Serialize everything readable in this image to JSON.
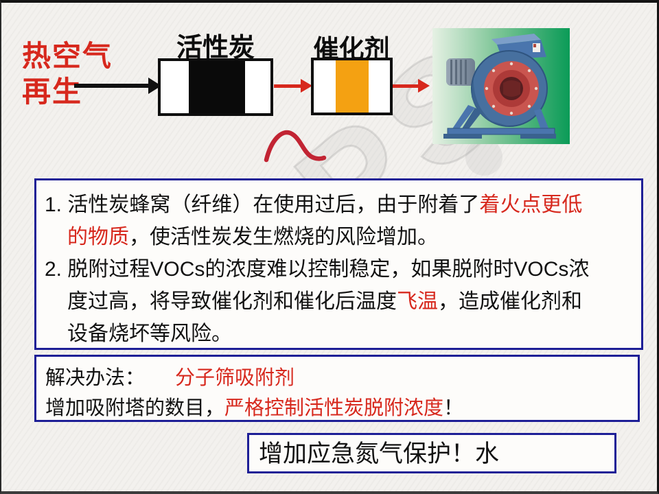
{
  "slide": {
    "diagram": {
      "hot_air_line1": "热空气",
      "hot_air_line2": "再生",
      "carbon_label": "活性炭",
      "catalyst_label": "催化剂",
      "carbon_fill_color": "#0a0a0a",
      "catalyst_fill_color": "#f4a112",
      "arrow_red_color": "#d7281d",
      "fan_image": "centrifugal-fan-photo-on-green-background"
    },
    "risk_box": {
      "lines": [
        {
          "indent": false,
          "segments": [
            {
              "t": "1. 活性炭蜂窝（纤维）在使用过后，由于附着了",
              "c": "black"
            },
            {
              "t": "着火点更低",
              "c": "red"
            }
          ]
        },
        {
          "indent": true,
          "segments": [
            {
              "t": "的物质",
              "c": "red"
            },
            {
              "t": "，使活性炭发生燃烧的风险增加。",
              "c": "black"
            }
          ]
        },
        {
          "indent": false,
          "segments": [
            {
              "t": "2. 脱附过程VOCs的浓度难以控制稳定，如果脱附时VOCs浓",
              "c": "black"
            }
          ]
        },
        {
          "indent": true,
          "segments": [
            {
              "t": "度过高，将导致催化剂和催化后温度",
              "c": "black"
            },
            {
              "t": "飞温",
              "c": "red"
            },
            {
              "t": "，造成催化剂和",
              "c": "black"
            }
          ]
        },
        {
          "indent": true,
          "segments": [
            {
              "t": "设备烧坏等风险。",
              "c": "black"
            }
          ]
        }
      ]
    },
    "solution_box": {
      "lines": [
        {
          "indent": false,
          "segments": [
            {
              "t": "解决办法：",
              "c": "black"
            },
            {
              "t": "分子筛吸附剂",
              "c": "red",
              "gap": true
            }
          ]
        },
        {
          "indent": false,
          "segments": [
            {
              "t": "增加吸附塔的数目，",
              "c": "black"
            },
            {
              "t": "严格控制活性炭脱附浓度",
              "c": "red"
            },
            {
              "t": "！",
              "c": "black"
            }
          ]
        }
      ]
    },
    "nitrogen_box": {
      "text": "增加应急氮气保护！水"
    },
    "watermark": {
      "text": "WPS"
    },
    "colors": {
      "text_red": "#d7281d",
      "box_border_navy": "#1d1e96",
      "catalyst_orange": "#f4a112",
      "body_black": "#121212",
      "fan_bg_green": "#0b9b57",
      "fan_body_blue": "#47709f",
      "fan_ring_red": "#c9554f"
    }
  }
}
